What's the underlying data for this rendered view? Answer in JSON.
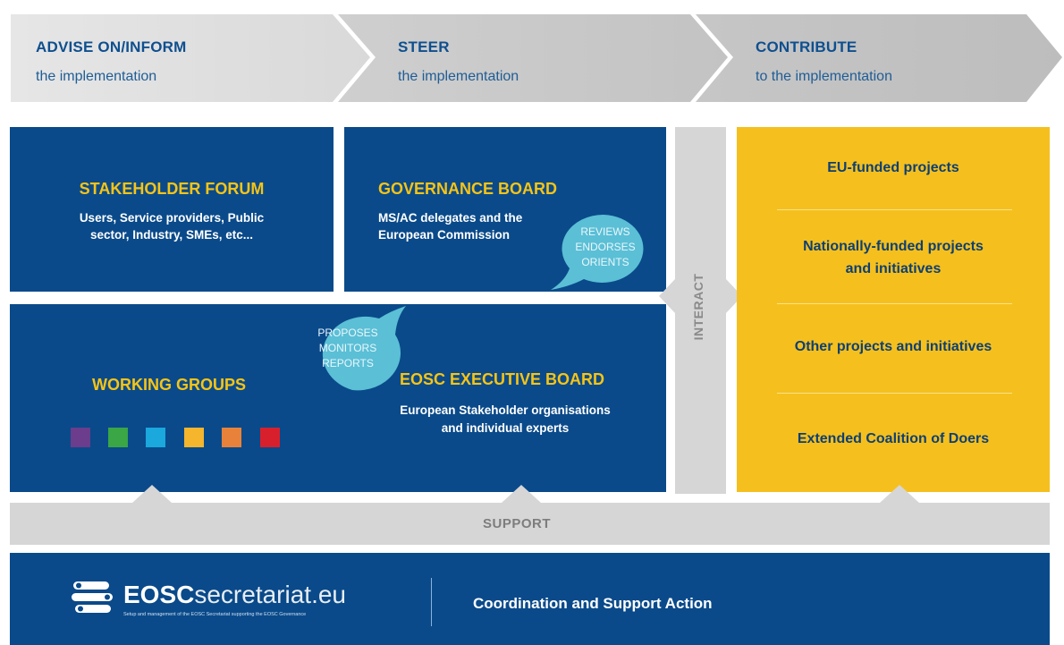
{
  "phases": [
    {
      "title": "ADVISE ON/INFORM",
      "subtitle": "the implementation"
    },
    {
      "title": "STEER",
      "subtitle": "the implementation"
    },
    {
      "title": "CONTRIBUTE",
      "subtitle": "to the implementation"
    }
  ],
  "stakeholder_forum": {
    "title": "STAKEHOLDER FORUM",
    "description_line1": "Users, Service providers, Public",
    "description_line2": "sector, Industry, SMEs, etc..."
  },
  "governance_board": {
    "title": "GOVERNANCE BOARD",
    "description_line1": "MS/AC delegates and the",
    "description_line2": "European Commission",
    "bubble": [
      "REVIEWS",
      "ENDORSES",
      "ORIENTS"
    ]
  },
  "working_groups": {
    "title": "WORKING GROUPS",
    "colors": [
      "#6b3d8c",
      "#3aa645",
      "#1aa8dd",
      "#f5b52d",
      "#e8823a",
      "#d8202d"
    ]
  },
  "executive_board": {
    "title": "EOSC EXECUTIVE BOARD",
    "description_line1": "European Stakeholder organisations",
    "description_line2": "and individual experts",
    "bubble": [
      "PROPOSES",
      "MONITORS",
      "REPORTS"
    ]
  },
  "interact_label": "INTERACT",
  "contribute_items": [
    {
      "line1": "EU-funded projects",
      "line2": ""
    },
    {
      "line1": "Nationally-funded projects",
      "line2": "and initiatives"
    },
    {
      "line1": "Other projects and initiatives",
      "line2": ""
    },
    {
      "line1": "Extended Coalition of Doers",
      "line2": ""
    }
  ],
  "support_label": "SUPPORT",
  "footer": {
    "logo_bold": "EOSC",
    "logo_light": "secretariat.eu",
    "tagline": "Setup and management of the EOSC Secretariat supporting the EOSC Governance",
    "action": "Coordination and Support Action"
  },
  "colors": {
    "dark_blue": "#0a4a8a",
    "yellow": "#f5c01e",
    "light_blue_bubble": "#5bbfd6",
    "grey": "#d6d6d6"
  }
}
